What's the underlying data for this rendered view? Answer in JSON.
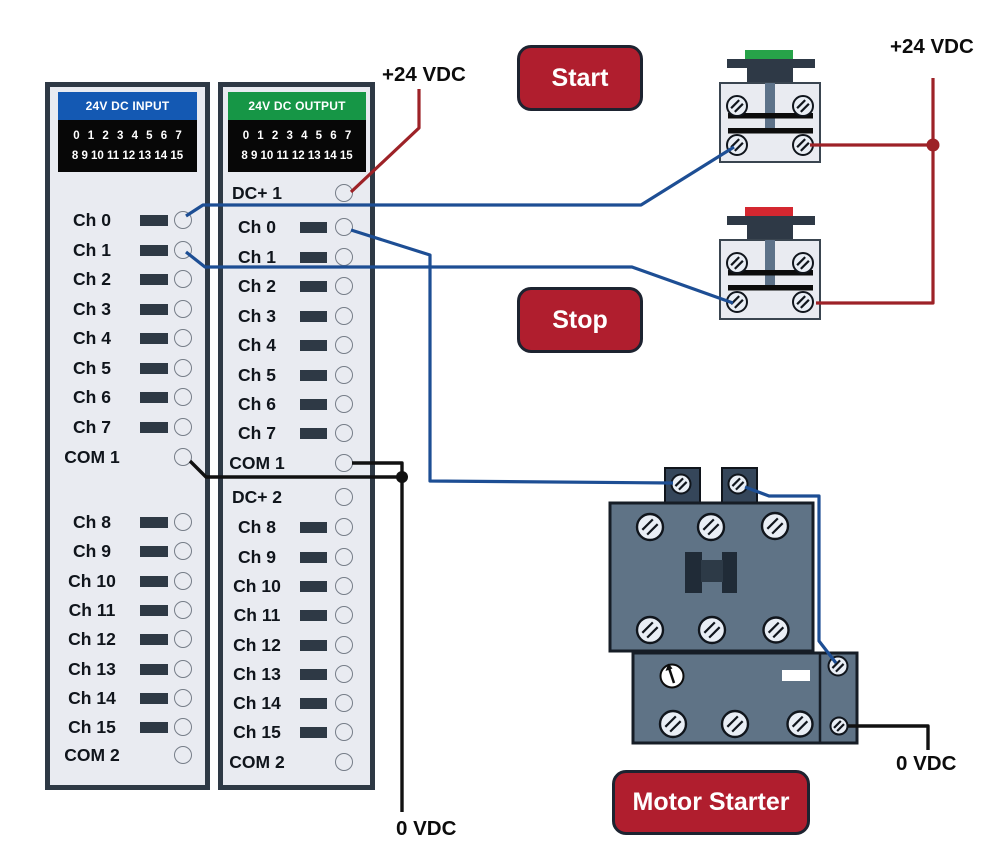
{
  "colors": {
    "wire_blue": "#1d4e94",
    "wire_red": "#9d2227",
    "wire_black": "#111111",
    "input_header_bg": "#1459b3",
    "output_header_bg": "#169646",
    "module_bg": "#e9ebf1",
    "module_border": "#2e3945",
    "tag_button_bg": "#b01e2e",
    "tag_button_border": "#1d2330",
    "start_cap_green": "#27a349",
    "stop_cap_red": "#d42730",
    "device_body_slate": "#5f7386",
    "device_dark": "#2e3946"
  },
  "power_labels": {
    "top_left_24vdc": "+24 VDC",
    "top_right_24vdc": "+24 VDC",
    "bottom_0vdc": "0 VDC",
    "right_0vdc": "0 VDC"
  },
  "input_module": {
    "header": "24V DC INPUT",
    "numbers_row1": "0 1 2 3 4 5 6 7",
    "numbers_row2": "8 9 10 11 12 13 14 15",
    "rows": [
      {
        "label": "Ch 0",
        "led": true
      },
      {
        "label": "Ch 1",
        "led": true
      },
      {
        "label": "Ch 2",
        "led": true
      },
      {
        "label": "Ch 3",
        "led": true
      },
      {
        "label": "Ch 4",
        "led": true
      },
      {
        "label": "Ch 5",
        "led": true
      },
      {
        "label": "Ch 6",
        "led": true
      },
      {
        "label": "Ch 7",
        "led": true
      },
      {
        "label": "COM 1",
        "led": false
      },
      {
        "label": "Ch 8",
        "led": true
      },
      {
        "label": "Ch 9",
        "led": true
      },
      {
        "label": "Ch 10",
        "led": true
      },
      {
        "label": "Ch 11",
        "led": true
      },
      {
        "label": "Ch 12",
        "led": true
      },
      {
        "label": "Ch 13",
        "led": true
      },
      {
        "label": "Ch 14",
        "led": true
      },
      {
        "label": "Ch 15",
        "led": true
      },
      {
        "label": "COM 2",
        "led": false
      }
    ]
  },
  "output_module": {
    "header": "24V DC OUTPUT",
    "numbers_row1": "0 1 2 3 4 5 6 7",
    "numbers_row2": "8 9 10 11 12 13 14 15",
    "rows": [
      {
        "label": "DC+ 1",
        "led": false
      },
      {
        "label": "Ch 0",
        "led": true
      },
      {
        "label": "Ch 1",
        "led": true
      },
      {
        "label": "Ch 2",
        "led": true
      },
      {
        "label": "Ch 3",
        "led": true
      },
      {
        "label": "Ch 4",
        "led": true
      },
      {
        "label": "Ch 5",
        "led": true
      },
      {
        "label": "Ch 6",
        "led": true
      },
      {
        "label": "Ch 7",
        "led": true
      },
      {
        "label": "COM 1",
        "led": false
      },
      {
        "label": "DC+ 2",
        "led": false
      },
      {
        "label": "Ch 8",
        "led": true
      },
      {
        "label": "Ch 9",
        "led": true
      },
      {
        "label": "Ch 10",
        "led": true
      },
      {
        "label": "Ch 11",
        "led": true
      },
      {
        "label": "Ch 12",
        "led": true
      },
      {
        "label": "Ch 13",
        "led": true
      },
      {
        "label": "Ch 14",
        "led": true
      },
      {
        "label": "Ch 15",
        "led": true
      },
      {
        "label": "COM 2",
        "led": false
      }
    ]
  },
  "tags": {
    "start": "Start",
    "stop": "Stop",
    "motor_starter": "Motor Starter"
  }
}
